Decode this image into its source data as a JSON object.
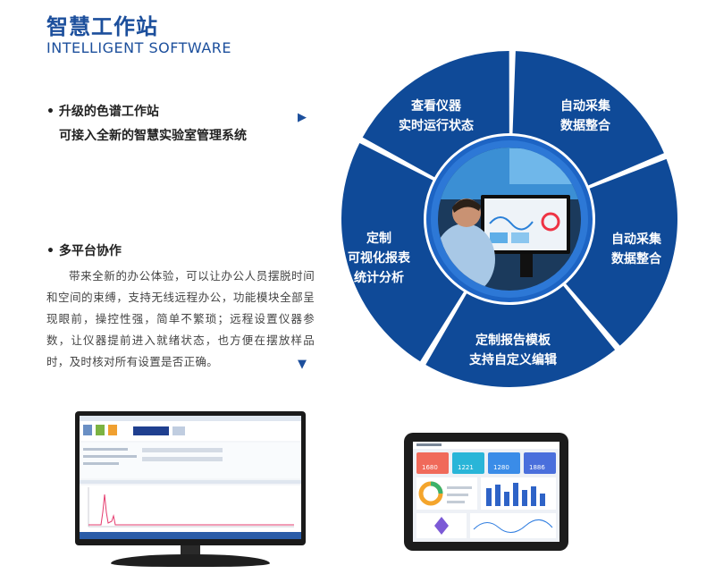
{
  "header": {
    "title_cn": "智慧工作站",
    "title_en": "INTELLIGENT SOFTWARE"
  },
  "features": [
    {
      "bullet": "• 升级的色谱工作站",
      "subtitle": "可接入全新的智慧实验室管理系统"
    },
    {
      "bullet": "• 多平台协作",
      "description": "带来全新的办公体验，可以让办公人员摆脱时间和空间的束缚，支持无线远程办公，功能模块全部呈现眼前，操控性强，简单不繁琐；远程设置仪器参数，让仪器提前进入就绪状态，也方便在摆放样品时，及时核对所有设置是否正确。"
    }
  ],
  "wheel": {
    "segments": [
      {
        "line1": "查看仪器",
        "line2": "实时运行状态"
      },
      {
        "line1": "自动采集",
        "line2": "数据整合"
      },
      {
        "line1": "自动采集",
        "line2": "数据整合"
      },
      {
        "line1": "定制报告模板",
        "line2": "支持自定义编辑"
      },
      {
        "line1": "定制",
        "line2": "可视化报表",
        "line3": "统计分析"
      }
    ],
    "colors": {
      "outer": "#0f4a98",
      "ring": "#1d64c4",
      "center": "#1b3047"
    }
  },
  "tablet_stats": [
    "1680",
    "1221",
    "1280",
    "1886"
  ],
  "colors": {
    "accent": "#1c4f9c",
    "text": "#222222"
  }
}
